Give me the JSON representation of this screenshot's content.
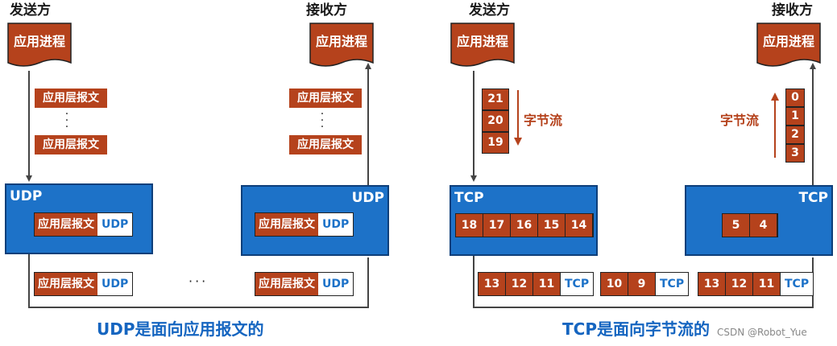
{
  "udp": {
    "sender_label": "发送方",
    "receiver_label": "接收方",
    "process_label": "应用进程",
    "message_label": "应用层报文",
    "vertical_dots": "·\n·\n·",
    "box_label": "UDP",
    "header_label": "UDP",
    "horizontal_dots": "···",
    "caption": "UDP是面向应用报文的"
  },
  "tcp": {
    "sender_label": "发送方",
    "receiver_label": "接收方",
    "process_label": "应用进程",
    "stream_label": "字节流",
    "sender_bytes": [
      "21",
      "20",
      "19"
    ],
    "receiver_bytes": [
      "0",
      "1",
      "2",
      "3"
    ],
    "box_label": "TCP",
    "send_buffer": [
      "18",
      "17",
      "16",
      "15",
      "14"
    ],
    "recv_buffer": [
      "5",
      "4"
    ],
    "segments": [
      {
        "data": [
          "13",
          "12",
          "11"
        ],
        "header": "TCP"
      },
      {
        "data": [
          "10",
          "9"
        ],
        "header": "TCP"
      },
      {
        "data": [
          "13",
          "12",
          "11"
        ],
        "header": "TCP"
      }
    ],
    "caption": "TCP是面向字节流的"
  },
  "watermark": "CSDN @Robot_Yue",
  "colors": {
    "segment_red": "#b5421c",
    "protocol_blue": "#1d72c8",
    "caption_blue": "#1565c0"
  },
  "icons": [
    "document-icon",
    "arrow-down-icon",
    "arrow-up-icon"
  ]
}
